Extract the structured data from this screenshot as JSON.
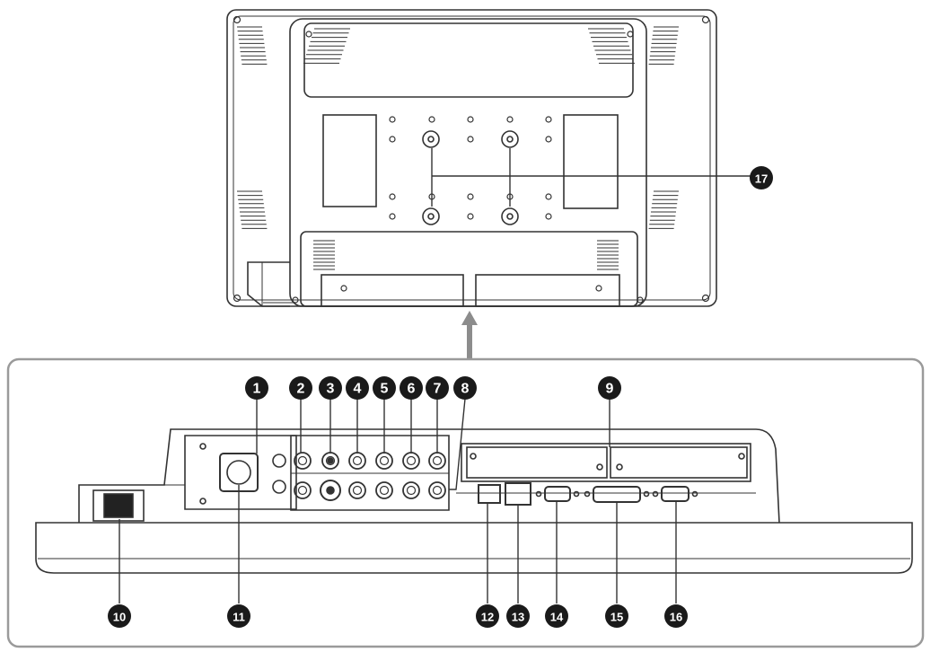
{
  "callouts": {
    "c1": "1",
    "c2": "2",
    "c3": "3",
    "c4": "4",
    "c5": "5",
    "c6": "6",
    "c7": "7",
    "c8": "8",
    "c9": "9",
    "c10": "10",
    "c11": "11",
    "c12": "12",
    "c13": "13",
    "c14": "14",
    "c15": "15",
    "c16": "16",
    "c17": "17"
  },
  "colors": {
    "line": "#333333",
    "callout_fill": "#1a1a1a",
    "callout_text": "#ffffff",
    "arrow": "#8c8c8c",
    "frame": "#9a9a9a"
  }
}
